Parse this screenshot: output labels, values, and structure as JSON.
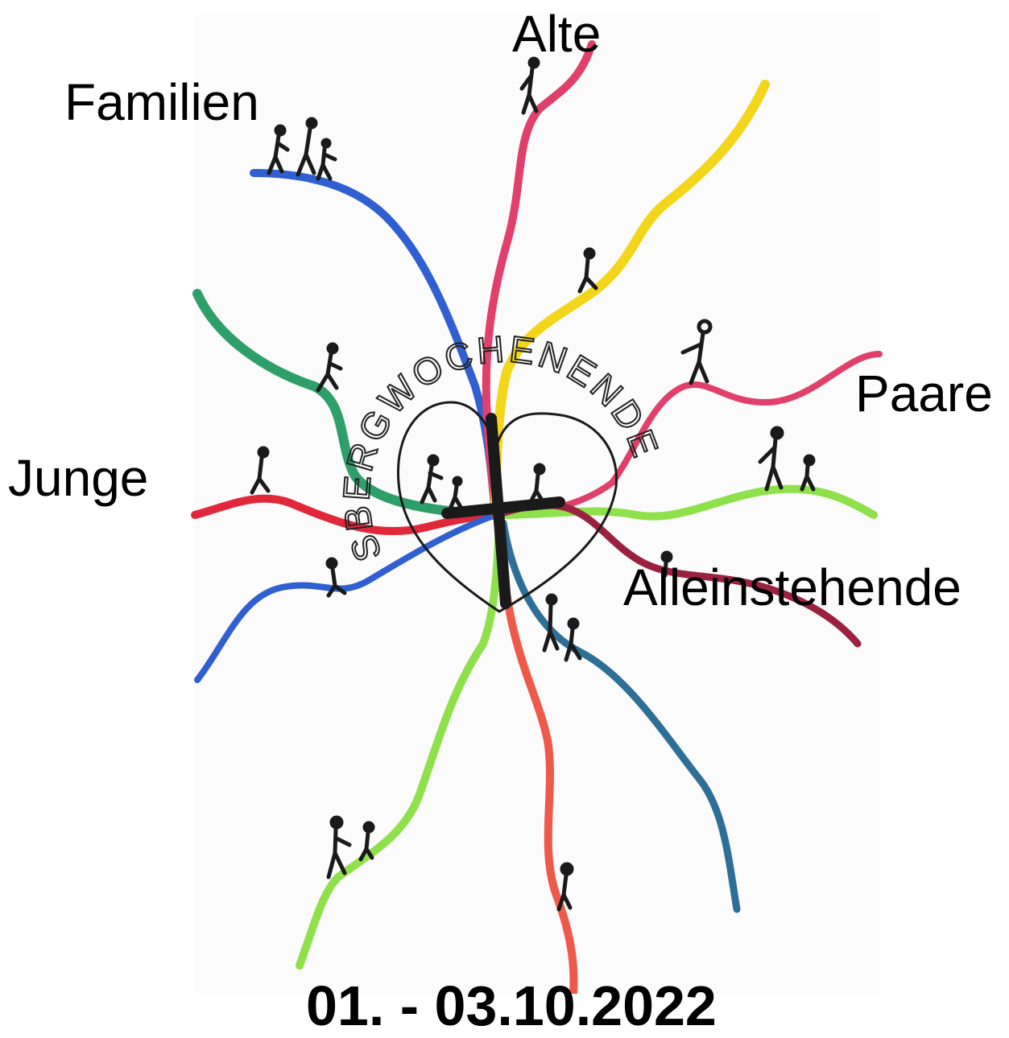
{
  "labels": {
    "alte": "Alte",
    "familien": "Familien",
    "paare": "Paare",
    "junge": "Junge",
    "alleinstehende": "Alleinstehende"
  },
  "ring_text": "SBERGWOCHENENDE",
  "date_text": "01. - 03.10.2022",
  "colors": {
    "blue": "#2f5fd0",
    "pink": "#e0406a",
    "yellow": "#f3d51a",
    "green_teal": "#2f9f6a",
    "red": "#e0283a",
    "lime": "#8ee14a",
    "petrol": "#2d6f98",
    "salmon": "#ee5a4a",
    "magenta": "#d94a8a",
    "dark_red": "#9a2240"
  }
}
